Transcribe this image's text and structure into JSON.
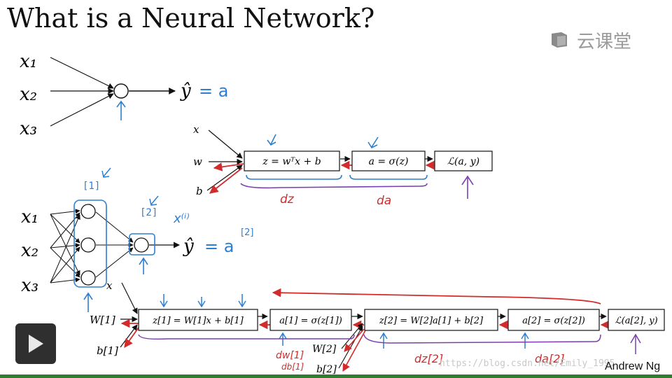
{
  "slide": {
    "title": "What is a Neural Network?",
    "brand_text": "云课堂",
    "author": "Andrew Ng",
    "watermark": "https://blog.csdn.net/Emily_1995"
  },
  "diagram_top": {
    "inputs": [
      "x₁",
      "x₂",
      "x₃"
    ],
    "output": "ŷ",
    "annotation": "= a"
  },
  "graph_top": {
    "inputs": [
      "x",
      "w",
      "b"
    ],
    "boxes": [
      "z = wᵀx + b",
      "a = σ(z)",
      "ℒ(a, y)"
    ],
    "grad_labels": [
      "dz",
      "da"
    ]
  },
  "diagram_two_layer": {
    "inputs": [
      "x₁",
      "x₂",
      "x₃"
    ],
    "layer1_tag": "[1]",
    "layer2_tag": "[2]",
    "x_tag": "x⁽ⁱ⁾",
    "output": "ŷ",
    "annotation": "= a",
    "annotation_sup": "[2]"
  },
  "graph_bottom": {
    "input_x": "x",
    "params_left": [
      "W[1]",
      "b[1]"
    ],
    "params_mid": [
      "W[2]",
      "b[2]"
    ],
    "boxes": [
      "z[1] = W[1]x + b[1]",
      "a[1] = σ(z[1])",
      "z[2] = W[2]a[1] + b[2]",
      "a[2] = σ(z[2])",
      "ℒ(a[2], y)"
    ],
    "grad_labels": [
      "dw[1]",
      "db[1]",
      "dz[2]",
      "da[2]"
    ]
  },
  "colors": {
    "ink": "#111111",
    "blue": "#2f7fd0",
    "red": "#d22b2b",
    "purple": "#7b3fb0",
    "brand_gray": "#9a9a9a"
  },
  "controls": {
    "play_icon": "play-icon"
  }
}
